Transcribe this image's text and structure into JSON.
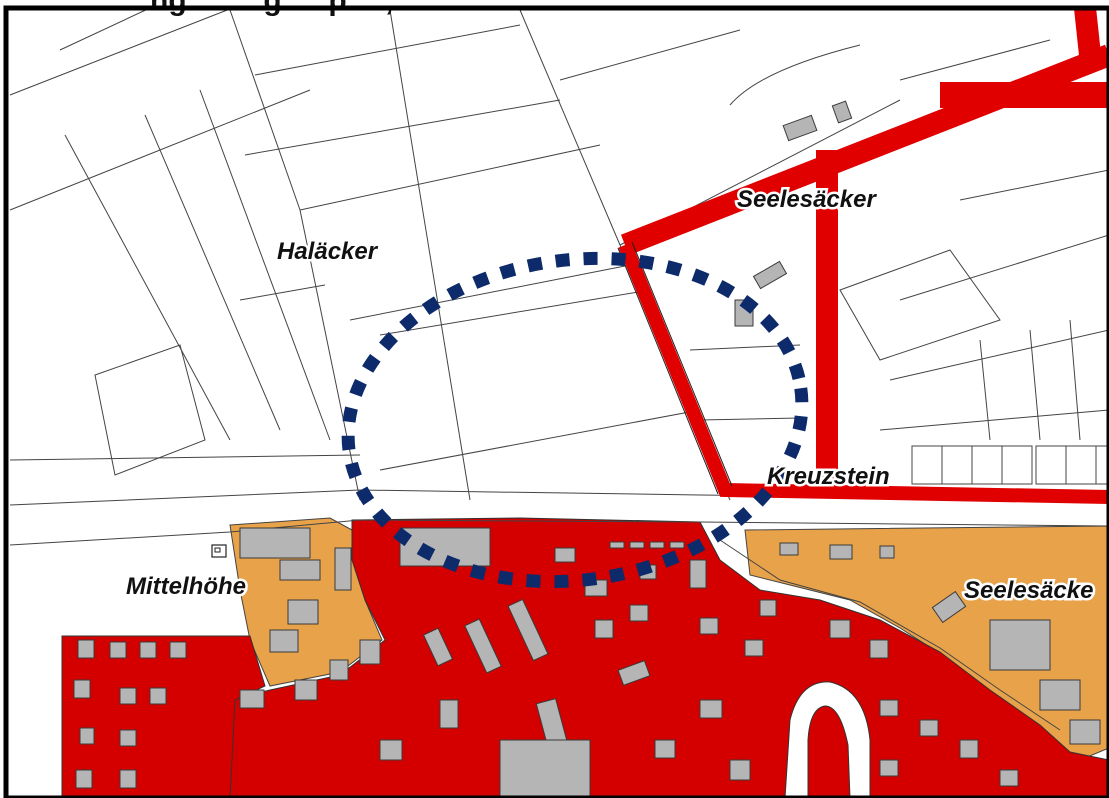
{
  "header": {
    "partial_title": "…ng … …g … p… ,"
  },
  "labels": {
    "halacker": "Haläcker",
    "seelesacker_north": "Seelesäcker",
    "kreuzstein": "Kreuzstein",
    "mittelhohe": "Mittelhöhe",
    "seelesacker_east": "Seelesäcke"
  },
  "legend_colors": {
    "built_up_red": "#d40000",
    "mixed_orange": "#e8a24a",
    "planned_road_red": "#e00000",
    "marker_blue": "#0d2a6b",
    "building_grey": "#b5b5b5"
  },
  "marker": {
    "shape": "dotted-ellipse",
    "meaning": "study-area"
  },
  "icons": {
    "symbol_near_mittelhohe": "small-building-symbol-icon"
  }
}
